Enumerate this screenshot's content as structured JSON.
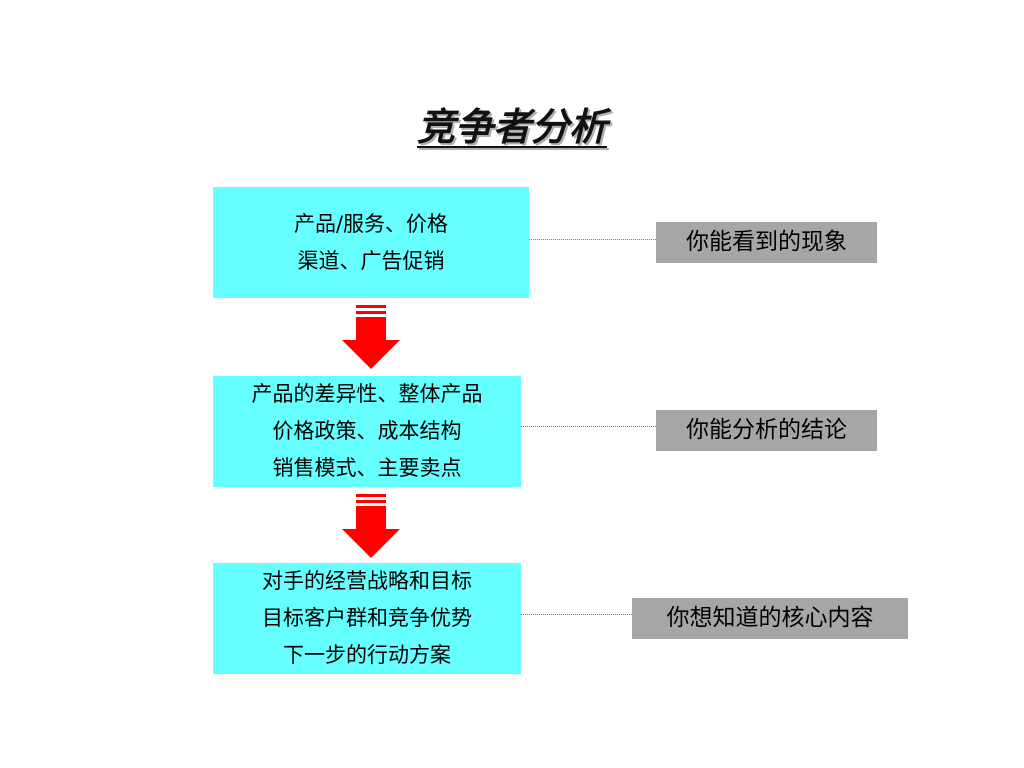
{
  "title": "竞争者分析",
  "colors": {
    "box_fill": "#66ffff",
    "label_fill": "#a6a6a6",
    "arrow_fill": "#ff0000"
  },
  "boxes": [
    {
      "lines": [
        "产品/服务、价格",
        "渠道、广告促销"
      ],
      "label": "你能看到的现象"
    },
    {
      "lines": [
        "产品的差异性、整体产品",
        "价格政策、成本结构",
        "销售模式、主要卖点"
      ],
      "label": "你能分析的结论"
    },
    {
      "lines": [
        "对手的经营战略和目标",
        "目标客户群和竞争优势",
        "下一步的行动方案"
      ],
      "label": "你想知道的核心内容"
    }
  ],
  "arrows": [
    {
      "icon": "down-arrow-icon"
    },
    {
      "icon": "down-arrow-icon"
    }
  ]
}
